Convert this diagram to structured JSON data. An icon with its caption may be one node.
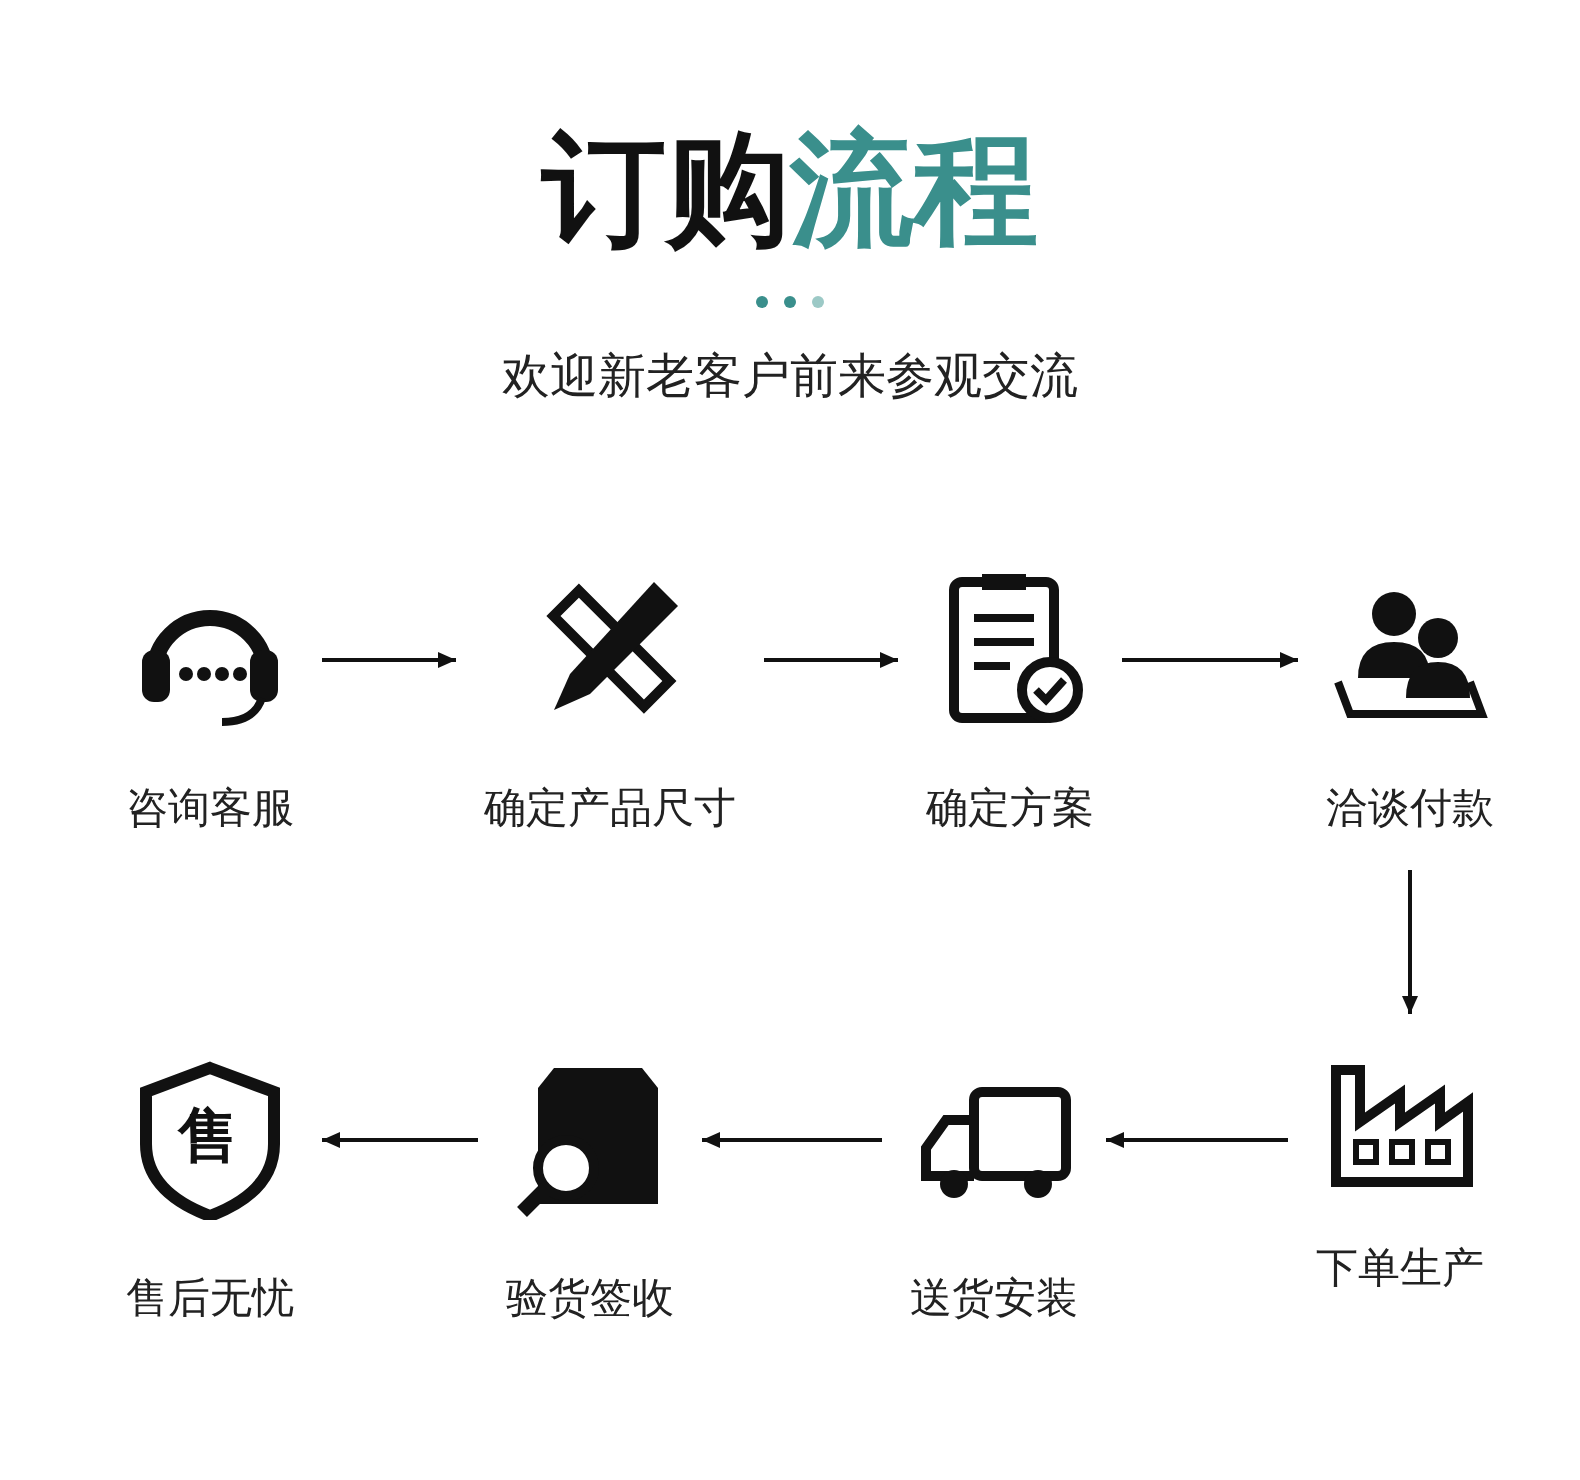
{
  "diagram": {
    "title": "订购流程",
    "caption": "欢迎新老客户前来参观交流",
    "nodes": [
      {
        "text": [
          "咨询客服"
        ]
      },
      {
        "text": [
          "确定产品尺寸"
        ]
      },
      {
        "text": [
          "确定方案"
        ]
      },
      {
        "text": [
          "洽谈付款"
        ]
      },
      {
        "text": [
          "下单生产"
        ]
      },
      {
        "text": [
          "送货安装"
        ]
      },
      {
        "text": [
          "验货签收"
        ]
      },
      {
        "text": [
          "售后无忧"
        ]
      }
    ],
    "edges": [
      {
        "from": 0,
        "to": 1,
        "arrow": "to"
      },
      {
        "from": 1,
        "to": 2,
        "arrow": "to"
      },
      {
        "from": 2,
        "to": 3,
        "arrow": "to"
      },
      {
        "from": 3,
        "to": 4,
        "arrow": "to"
      },
      {
        "from": 4,
        "to": 5,
        "arrow": "to"
      },
      {
        "from": 5,
        "to": 6,
        "arrow": "to"
      },
      {
        "from": 6,
        "to": 7,
        "arrow": "to"
      }
    ],
    "labels": [
      "售"
    ]
  }
}
